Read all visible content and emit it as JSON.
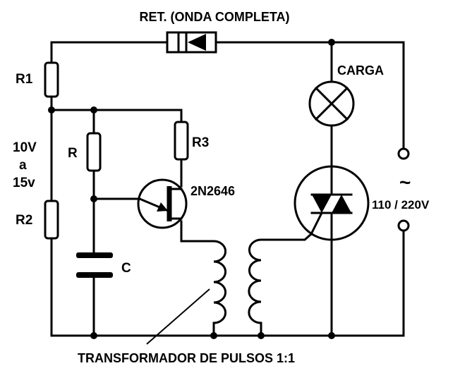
{
  "labels": {
    "rectifier": "RET. (ONDA COMPLETA)",
    "r1": "R1",
    "r2": "R2",
    "r": "R",
    "r3": "R3",
    "c": "C",
    "voltage_1": "10V",
    "voltage_2": "a",
    "voltage_3": "15v",
    "ujt": "2N2646",
    "load": "CARGA",
    "mains_symbol": "~",
    "mains_voltage": "110 / 220V",
    "transformer": "TRANSFORMADOR DE PULSOS 1:1"
  },
  "colors": {
    "ink": "#000000",
    "background": "#ffffff"
  }
}
